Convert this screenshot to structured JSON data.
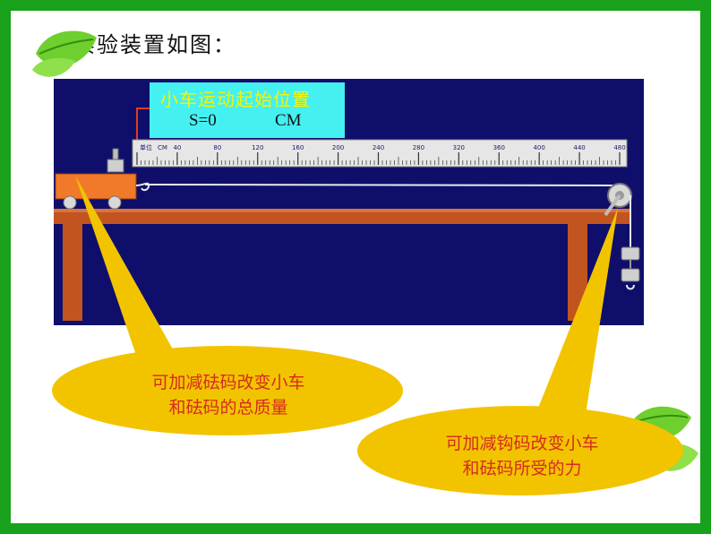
{
  "page_title": "实验装置如图：",
  "info_box": {
    "title": "小车运动起始位置",
    "value": "S=0",
    "unit": "CM"
  },
  "ruler": {
    "unit_label": "单位",
    "unit": "CM",
    "tick_labels": [
      "40",
      "80",
      "120",
      "160",
      "200",
      "240",
      "280",
      "320",
      "360",
      "400",
      "440",
      "480"
    ]
  },
  "callout_left": {
    "line1": "可加减砝码改变小车",
    "line2": "和砝码的总质量"
  },
  "callout_right": {
    "line1": "可加减钩码改变小车",
    "line2": "和砝码所受的力"
  },
  "colors": {
    "frame": "#18a21b",
    "scene_bg": "#0f0f6b",
    "table": "#c2541f",
    "cart": "#f07a2a",
    "info_box": "#44f0f0",
    "info_title": "#f5f500",
    "bubble": "#f2c400",
    "bubble_text": "#d62b1e"
  },
  "icons": [
    "leaf-icon",
    "pulley-icon",
    "hook-icon",
    "weight-icon"
  ]
}
